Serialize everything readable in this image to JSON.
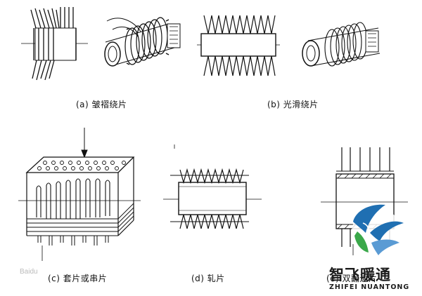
{
  "captions": {
    "a": "(a) 皱褶绕片",
    "b": "(b) 光滑绕片",
    "c": "(c) 套片或串片",
    "d": "(d) 轧片",
    "e": "(e) 双翻边片"
  },
  "watermark": {
    "brand_cn": "智飞暖通",
    "brand_en": "ZHIFEI NUANTONG",
    "baidu": "Baidu",
    "colors": {
      "blue": "#1f6fb2",
      "green": "#3aa84a"
    }
  }
}
